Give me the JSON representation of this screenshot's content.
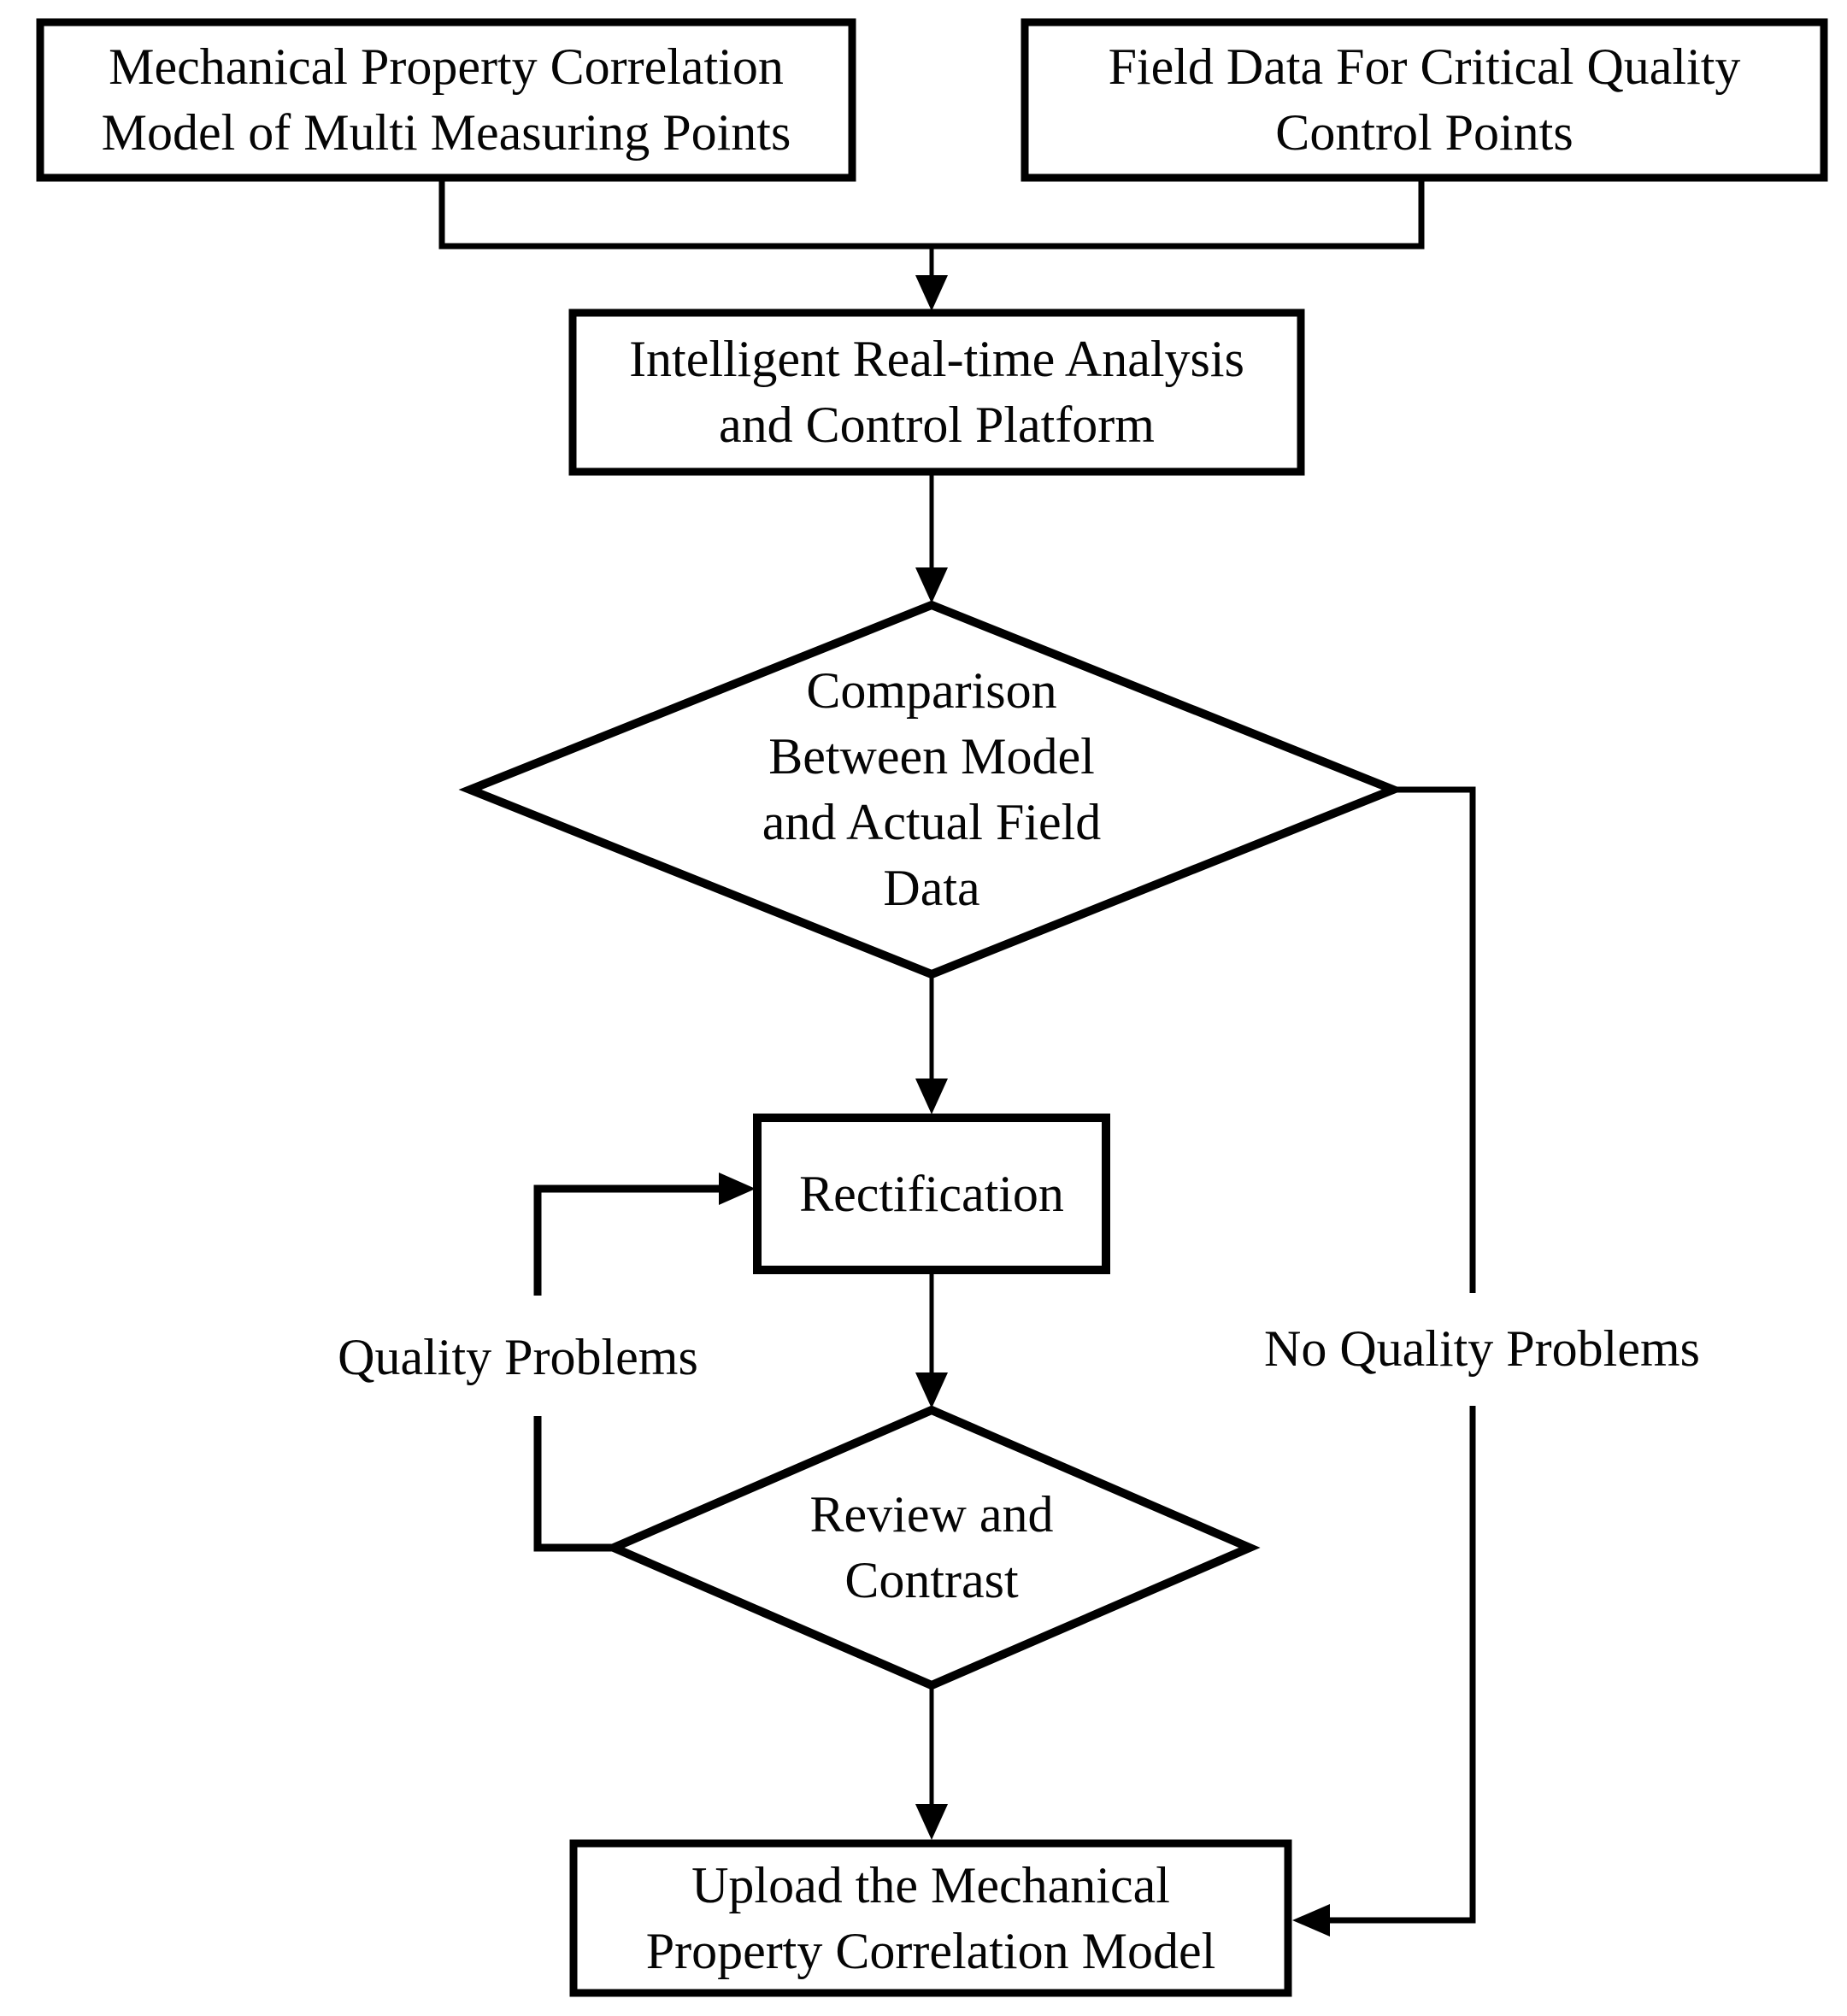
{
  "nodes": {
    "model": {
      "label": "Mechanical Property Correlation\nModel of Multi Measuring Points"
    },
    "field_data": {
      "label": "Field Data For Critical Quality\nControl Points"
    },
    "platform": {
      "label": "Intelligent Real-time Analysis\nand Control Platform"
    },
    "comparison": {
      "label": "Comparison\nBetween Model\nand Actual Field\nData"
    },
    "rectification": {
      "label": "Rectification"
    },
    "review": {
      "label": "Review and\nContrast"
    },
    "upload": {
      "label": "Upload the Mechanical\nProperty Correlation Model"
    }
  },
  "edge_labels": {
    "quality_problems": "Quality Problems",
    "no_quality_problems": "No Quality Problems"
  },
  "colors": {
    "line": "#000000",
    "background": "#ffffff",
    "text": "#050505"
  }
}
